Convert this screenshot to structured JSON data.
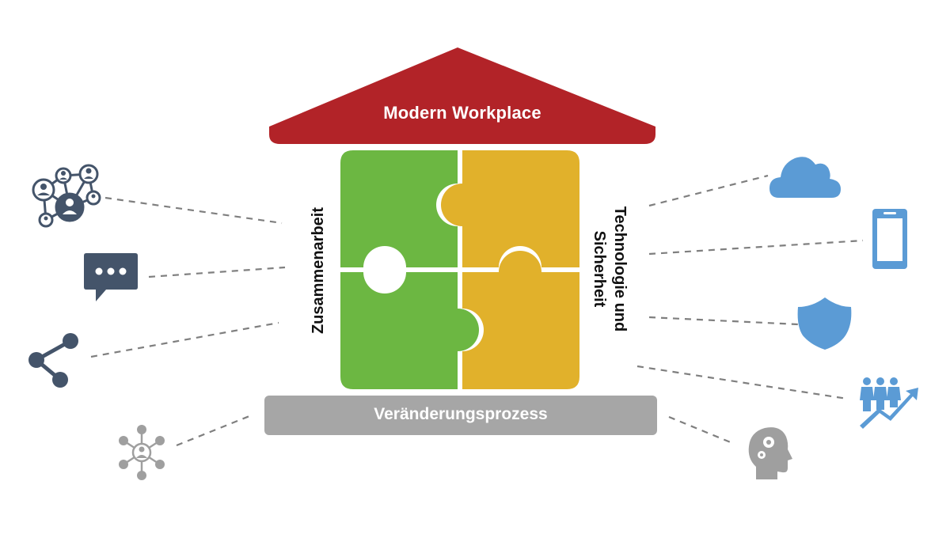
{
  "house": {
    "roof_label": "Modern Workplace",
    "base_label": "Veränderungsprozess",
    "left_label": "Zusammenarbeit",
    "right_label_line1": "Technologie und",
    "right_label_line2": "Sicherheit"
  },
  "colors": {
    "roof": "#b22328",
    "base": "#a6a6a6",
    "puzzle_green": "#6cb742",
    "puzzle_yellow": "#e1b12b",
    "icon_dark": "#44546a",
    "icon_gray": "#9f9f9f",
    "icon_blue": "#5b9bd5",
    "connector": "#7f7f7f"
  },
  "icons_left": [
    "network-people-icon",
    "chat-bubble-icon",
    "share-icon",
    "hub-person-icon"
  ],
  "icons_right": [
    "cloud-icon",
    "smartphone-icon",
    "shield-icon",
    "growth-team-icon",
    "brain-gears-icon"
  ]
}
